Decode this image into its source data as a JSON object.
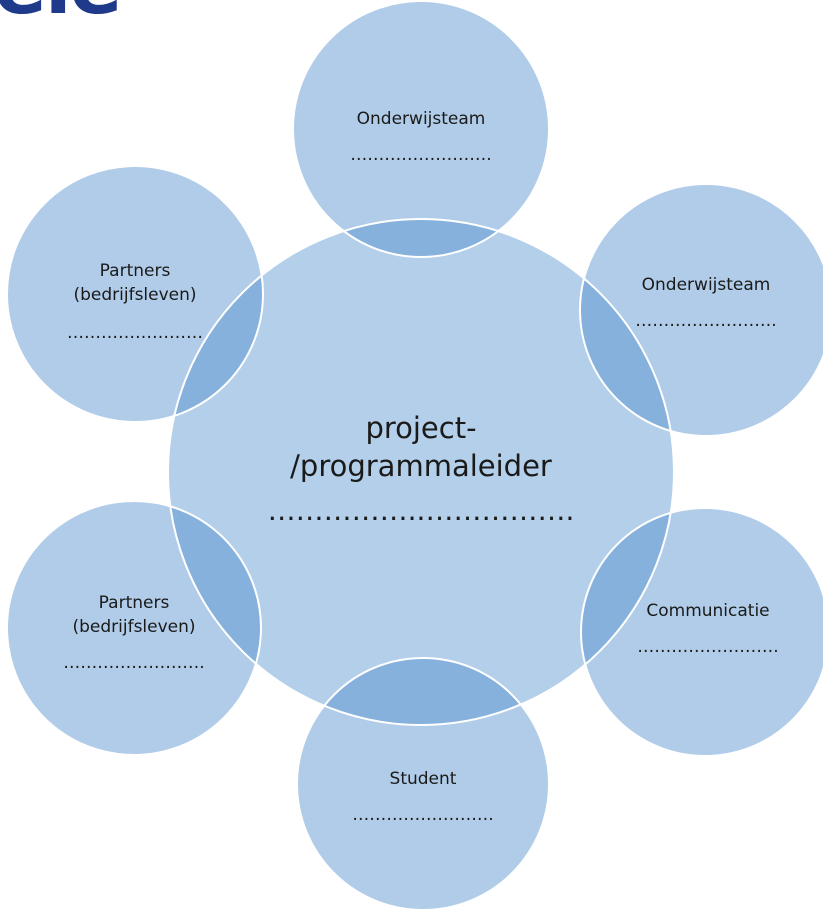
{
  "header": {
    "partial_text": "eie"
  },
  "center": {
    "line1": "project-",
    "line2": "/programmaleider",
    "dots": "……………..……………."
  },
  "satellites": [
    {
      "id": "top",
      "lines": [
        "Onderwijsteam"
      ],
      "dots": "……………………."
    },
    {
      "id": "upper-right",
      "lines": [
        "Onderwijsteam"
      ],
      "dots": "……………………."
    },
    {
      "id": "lower-right",
      "lines": [
        "Communicatie"
      ],
      "dots": "……………………."
    },
    {
      "id": "bottom",
      "lines": [
        "Student"
      ],
      "dots": "……………………."
    },
    {
      "id": "lower-left",
      "lines": [
        "Partners",
        "(bedrijfsleven)"
      ],
      "dots": "……………………."
    },
    {
      "id": "upper-left",
      "lines": [
        "Partners",
        "(bedrijfsleven)"
      ],
      "dots": "……………………"
    }
  ],
  "colors": {
    "circle_fill": "#a9c8e6",
    "overlap_fill": "#86b1dd",
    "stroke": "#ffffff",
    "title_color": "#1f3a8a"
  }
}
